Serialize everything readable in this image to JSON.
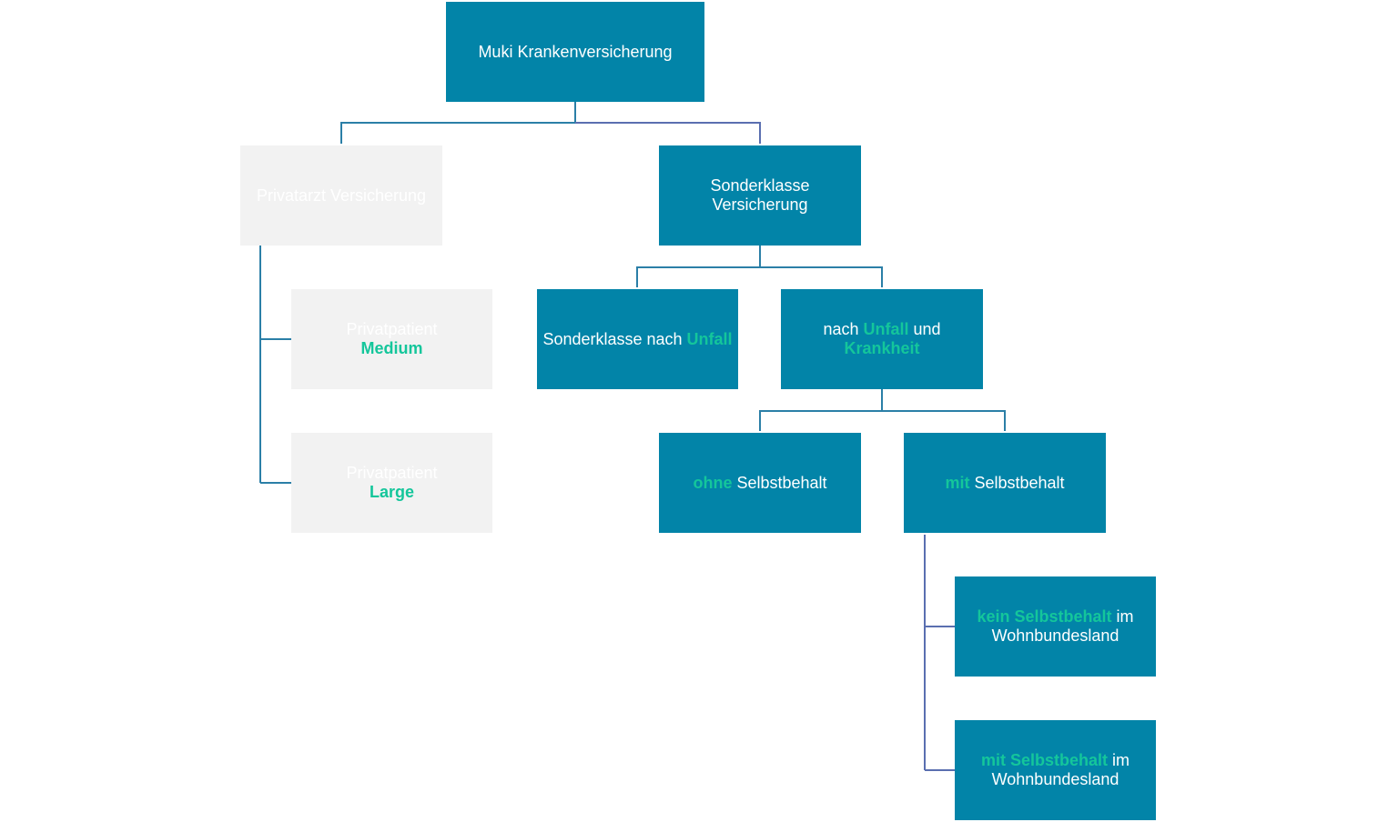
{
  "diagram": {
    "root": {
      "label": "Muki Krankenversicherung"
    },
    "privatarzt": {
      "label": "Privatarzt Versicherung",
      "children": {
        "medium": {
          "line1": "Privatpatient",
          "highlight": "Medium"
        },
        "large": {
          "line1": "Privatpatient",
          "highlight": "Large"
        }
      }
    },
    "sonderklasse": {
      "line1": "Sonderklasse",
      "line2": "Versicherung",
      "children": {
        "unfall": {
          "text": "Sonderklasse nach ",
          "highlight": "Unfall"
        },
        "unfall_krankheit": {
          "text1": "nach ",
          "highlight1": "Unfall",
          "text2": " und",
          "highlight2": "Krankheit",
          "children": {
            "ohne": {
              "highlight": "ohne",
              "text": " Selbstbehalt"
            },
            "mit": {
              "highlight": "mit",
              "text": " Selbstbehalt",
              "children": {
                "kein": {
                  "highlight": "kein Selbstbehalt",
                  "text": " im",
                  "line2": "Wohnbundesland"
                },
                "mit_sb": {
                  "highlight": "mit Selbstbehalt",
                  "text": " im",
                  "line2": "Wohnbundesland"
                }
              }
            }
          }
        }
      }
    },
    "colors": {
      "node_blue": "#0284a8",
      "node_grey": "#f2f2f2",
      "highlight_green": "#14c69b",
      "connector": "#2b7fa7"
    }
  }
}
